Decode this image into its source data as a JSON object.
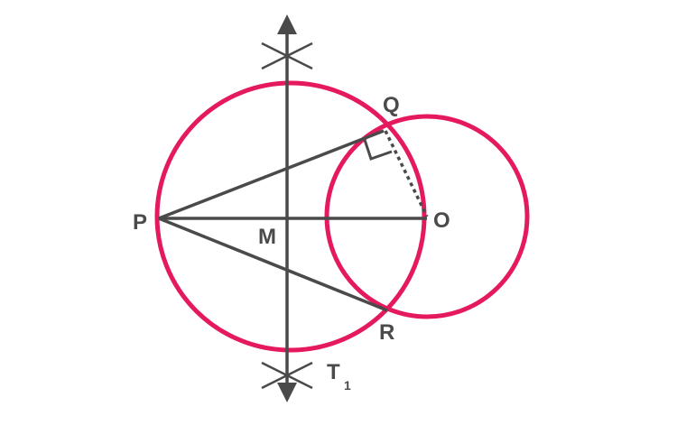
{
  "diagram": {
    "labels": {
      "p": "P",
      "m": "M",
      "q": "Q",
      "o": "O",
      "r": "R",
      "t_main": "T",
      "t_sub": "1"
    },
    "colors": {
      "circle_stroke": "#e5195d",
      "line_stroke": "#4a4a4a",
      "label_fill": "#4a4a4a",
      "background": "#ffffff"
    }
  }
}
